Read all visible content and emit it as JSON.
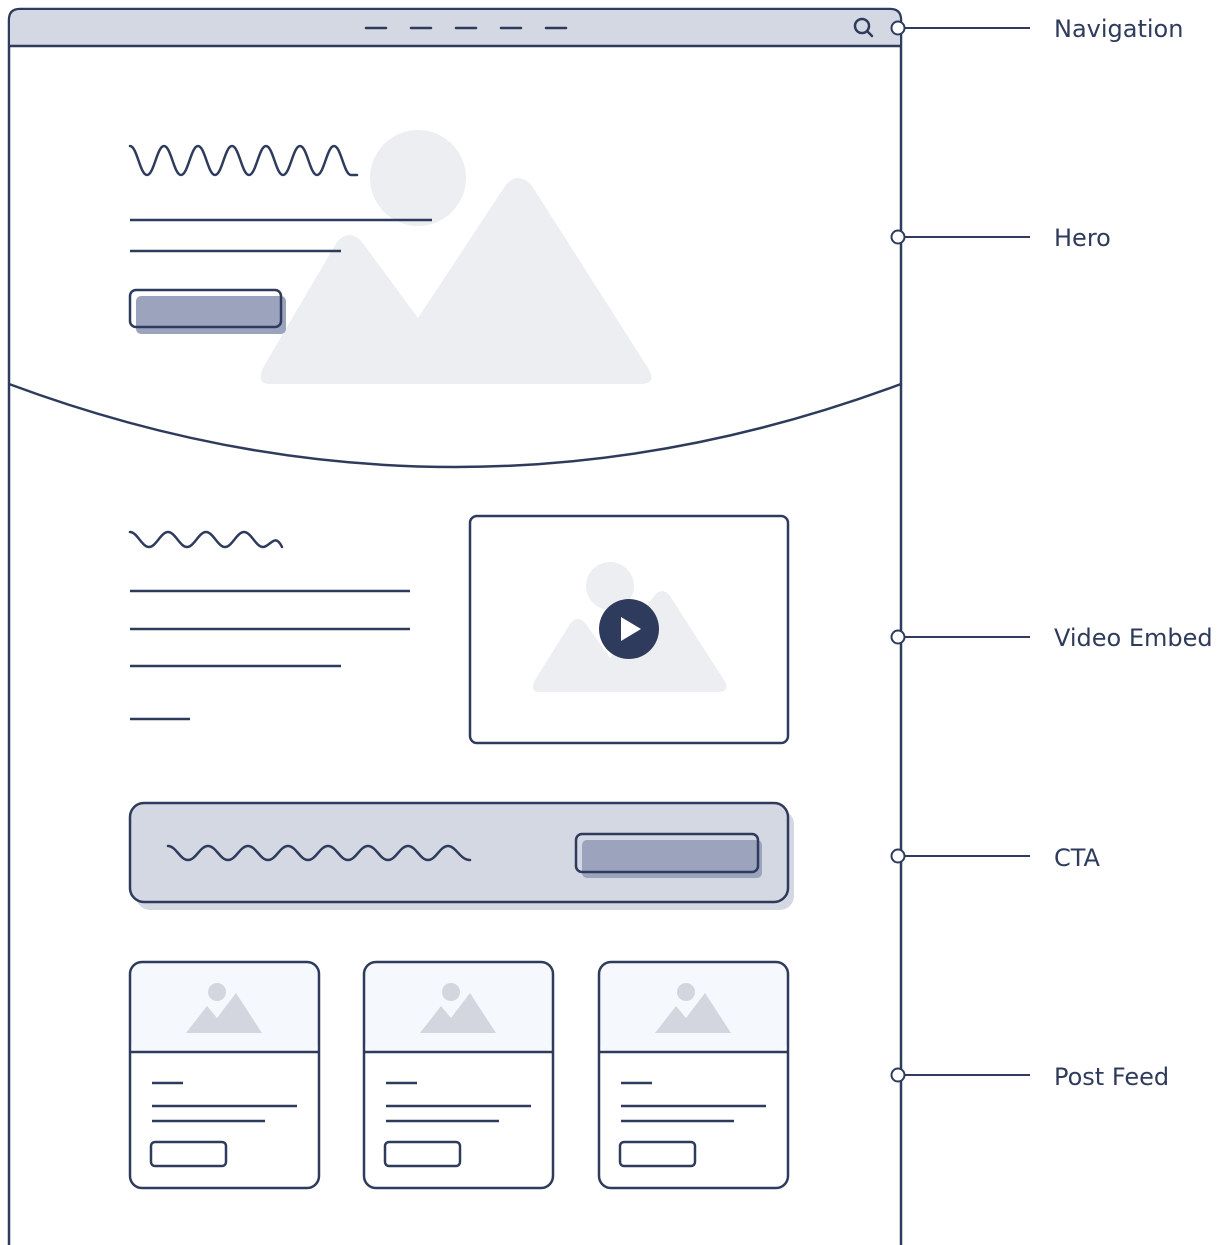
{
  "colors": {
    "stroke": "#2f3b5c",
    "nav_fill": "#d4d8e2",
    "placeholder": "#eceef2",
    "button_fill": "#9ba4bc",
    "cta_fill": "#d4d8e2",
    "card_image_bg": "#f5f8fc",
    "card_icon": "#d3d6df"
  },
  "navigation": {
    "icon": "search-icon",
    "menu_item_count": 5
  },
  "hero": {
    "icon": "image-placeholder-icon"
  },
  "video_embed": {
    "icon": "play-icon"
  },
  "post_feed": {
    "card_count": 3,
    "icon": "image-placeholder-icon"
  },
  "callouts": [
    {
      "label": "Navigation"
    },
    {
      "label": "Hero"
    },
    {
      "label": "Video Embed"
    },
    {
      "label": "CTA"
    },
    {
      "label": "Post Feed"
    }
  ]
}
